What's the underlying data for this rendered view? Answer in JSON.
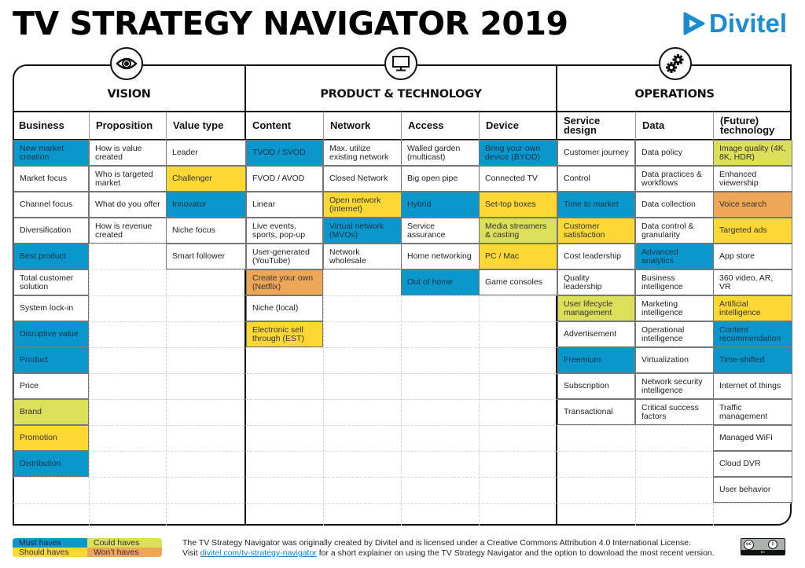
{
  "header": {
    "title": "TV STRATEGY NAVIGATOR 2019",
    "logo_text": "Divitel",
    "logo_color": "#1a8ccf"
  },
  "sections": [
    {
      "title": "VISION",
      "icon": "eye-icon"
    },
    {
      "title": "PRODUCT & TECHNOLOGY",
      "icon": "tv-monitor-icon"
    },
    {
      "title": "OPERATIONS",
      "icon": "gears-icon"
    }
  ],
  "columns": [
    {
      "header": "Business",
      "section": "VISION",
      "cells": [
        {
          "text": "New market creation",
          "priority": "must"
        },
        {
          "text": "Market focus",
          "priority": "none"
        },
        {
          "text": "Channel focus",
          "priority": "none"
        },
        {
          "text": "Diversification",
          "priority": "none"
        },
        {
          "text": "Best product",
          "priority": "must"
        },
        {
          "text": "Total customer solution",
          "priority": "none"
        },
        {
          "text": "System lock-in",
          "priority": "none"
        },
        {
          "text": "Disruptive value",
          "priority": "must"
        },
        {
          "text": "Product",
          "priority": "must"
        },
        {
          "text": "Price",
          "priority": "none"
        },
        {
          "text": "Brand",
          "priority": "could"
        },
        {
          "text": "Promotion",
          "priority": "should"
        },
        {
          "text": "Distribution",
          "priority": "must"
        }
      ]
    },
    {
      "header": "Proposition",
      "section": "VISION",
      "cells": [
        {
          "text": "How is value created",
          "priority": "none"
        },
        {
          "text": "Who is targeted market",
          "priority": "none"
        },
        {
          "text": "What do you offer",
          "priority": "none"
        },
        {
          "text": "How is revenue created",
          "priority": "none"
        }
      ]
    },
    {
      "header": "Value type",
      "section": "VISION",
      "cells": [
        {
          "text": "Leader",
          "priority": "none"
        },
        {
          "text": "Challenger",
          "priority": "should"
        },
        {
          "text": "Innovator",
          "priority": "must"
        },
        {
          "text": "Niche focus",
          "priority": "none"
        },
        {
          "text": "Smart follower",
          "priority": "none"
        }
      ]
    },
    {
      "header": "Content",
      "section": "PRODUCT & TECHNOLOGY",
      "cells": [
        {
          "text": "TVOD / SVOD",
          "priority": "must"
        },
        {
          "text": "FVOD / AVOD",
          "priority": "none"
        },
        {
          "text": "Linear",
          "priority": "none"
        },
        {
          "text": "Live events, sports, pop-up",
          "priority": "none"
        },
        {
          "text": "User-generated (YouTube)",
          "priority": "none"
        },
        {
          "text": "Create your own (Netflix)",
          "priority": "wont"
        },
        {
          "text": "Niche (local)",
          "priority": "none"
        },
        {
          "text": "Electronic sell through (EST)",
          "priority": "should"
        }
      ]
    },
    {
      "header": "Network",
      "section": "PRODUCT & TECHNOLOGY",
      "cells": [
        {
          "text": "Max. utilize existing network",
          "priority": "none"
        },
        {
          "text": "Closed Network",
          "priority": "none"
        },
        {
          "text": "Open network (internet)",
          "priority": "should"
        },
        {
          "text": "Virtual network (MVOs)",
          "priority": "must"
        },
        {
          "text": "Network wholesale",
          "priority": "none"
        }
      ]
    },
    {
      "header": "Access",
      "section": "PRODUCT & TECHNOLOGY",
      "cells": [
        {
          "text": "Walled garden (multicast)",
          "priority": "none"
        },
        {
          "text": "Big open pipe",
          "priority": "none"
        },
        {
          "text": "Hybrid",
          "priority": "must"
        },
        {
          "text": "Service assurance",
          "priority": "none"
        },
        {
          "text": "Home networking",
          "priority": "none"
        },
        {
          "text": "Out of home",
          "priority": "must"
        }
      ]
    },
    {
      "header": "Device",
      "section": "PRODUCT & TECHNOLOGY",
      "cells": [
        {
          "text": "Bring your own device (BYOD)",
          "priority": "must"
        },
        {
          "text": "Connected TV",
          "priority": "none"
        },
        {
          "text": "Set-top boxes",
          "priority": "should"
        },
        {
          "text": "Media streamers & casting",
          "priority": "could"
        },
        {
          "text": "PC / Mac",
          "priority": "should"
        },
        {
          "text": "Game consoles",
          "priority": "none"
        }
      ]
    },
    {
      "header": "Service design",
      "section": "OPERATIONS",
      "cells": [
        {
          "text": "Customer journey",
          "priority": "none"
        },
        {
          "text": "Control",
          "priority": "none"
        },
        {
          "text": "Time to market",
          "priority": "must"
        },
        {
          "text": "Customer satisfaction",
          "priority": "should"
        },
        {
          "text": "Cost leadership",
          "priority": "none"
        },
        {
          "text": "Quality leadership",
          "priority": "none"
        },
        {
          "text": "User lifecycle management",
          "priority": "could"
        },
        {
          "text": "Advertisement",
          "priority": "none"
        },
        {
          "text": "Freemium",
          "priority": "must"
        },
        {
          "text": "Subscription",
          "priority": "none"
        },
        {
          "text": "Transactional",
          "priority": "none"
        }
      ]
    },
    {
      "header": "Data",
      "section": "OPERATIONS",
      "cells": [
        {
          "text": "Data policy",
          "priority": "none"
        },
        {
          "text": "Data practices & workflows",
          "priority": "none"
        },
        {
          "text": "Data collection",
          "priority": "none"
        },
        {
          "text": "Data control & granularity",
          "priority": "none"
        },
        {
          "text": "Advanced analytics",
          "priority": "must"
        },
        {
          "text": "Business intelligence",
          "priority": "none"
        },
        {
          "text": "Marketing intelligence",
          "priority": "none"
        },
        {
          "text": "Operational intelligence",
          "priority": "none"
        },
        {
          "text": "Virtualization",
          "priority": "none"
        },
        {
          "text": "Network security intelligence",
          "priority": "none"
        },
        {
          "text": "Critical success factors",
          "priority": "none"
        }
      ]
    },
    {
      "header": "(Future) technology",
      "section": "OPERATIONS",
      "cells": [
        {
          "text": "Image quality (4K, 8K, HDR)",
          "priority": "could"
        },
        {
          "text": "Enhanced viewership",
          "priority": "none"
        },
        {
          "text": "Voice search",
          "priority": "wont"
        },
        {
          "text": "Targeted ads",
          "priority": "should"
        },
        {
          "text": "App store",
          "priority": "none"
        },
        {
          "text": "360 video, AR, VR",
          "priority": "none"
        },
        {
          "text": "Artificial intelligence",
          "priority": "should"
        },
        {
          "text": "Content recommendation",
          "priority": "must"
        },
        {
          "text": "Time-shifted",
          "priority": "must"
        },
        {
          "text": "Internet of things",
          "priority": "none"
        },
        {
          "text": "Traffic management",
          "priority": "none"
        },
        {
          "text": "Managed WiFi",
          "priority": "none"
        },
        {
          "text": "Cloud DVR",
          "priority": "none"
        },
        {
          "text": "User behavior",
          "priority": "none"
        }
      ]
    }
  ],
  "legend": {
    "must": {
      "label": "Must haves",
      "color": "#0a97cc"
    },
    "could": {
      "label": "Could haves",
      "color": "#dcdf5a"
    },
    "should": {
      "label": "Should haves",
      "color": "#fcd835"
    },
    "wont": {
      "label": "Won’t haves",
      "color": "#eea657"
    }
  },
  "footer": {
    "line1": "The TV Strategy Navigator was originally created by Divitel and is licensed under a Creative Commons Attribution 4.0 International License.",
    "line2_prefix": "Visit ",
    "link_text": "divitel.com/tv-strategy-navigator",
    "line2_suffix": " for a short explainer on using the TV Strategy Navigator and the option to download the most recent version.",
    "license_badge": {
      "cc": "cc",
      "by": "BY"
    }
  }
}
